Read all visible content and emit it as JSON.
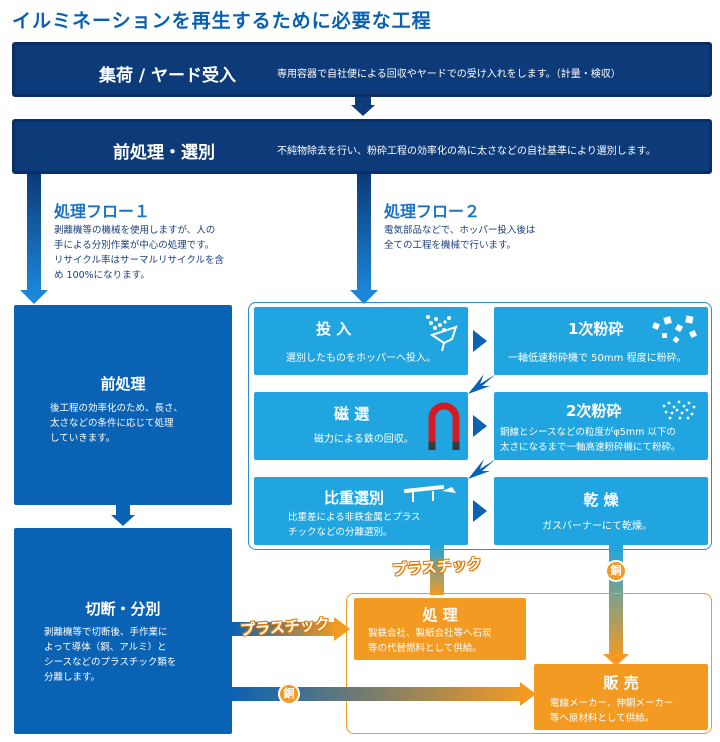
{
  "title": "イルミネーションを再生するために必要な工程",
  "step_collect": {
    "name": "集荷 / ヤード受入",
    "desc": "専用容器で自社便による回収やヤードでの受け入れをします。（計量・検収）"
  },
  "step_pre": {
    "name": "前処理・選別",
    "desc": "不純物除去を行い、粉砕工程の効率化の為に太さなどの自社基準により選別します。"
  },
  "flow1": {
    "heading": "処理フロー１",
    "lines": [
      "剥離機等の機械を使用しますが、人の",
      "手による分別作業が中心の処理です。",
      "リサイクル率はサーマルリサイクルを含",
      "め 100%になります。"
    ]
  },
  "flow2": {
    "heading": "処理フロー２",
    "lines": [
      "電気部品などで、ホッパー投入後は",
      "全ての工程を機械で行います。"
    ]
  },
  "pretreat": {
    "name": "前処理",
    "lines": [
      "後工程の効率化のため、長さ、",
      "太さなどの条件に応じて処理",
      "していきます。"
    ]
  },
  "cutting": {
    "name": "切断・分別",
    "lines": [
      "剥離機等で切断後、手作業に",
      "よって導体（銅、アルミ）と",
      "シースなどのプラスチック類を",
      "分離します。"
    ]
  },
  "machine_steps": {
    "toyu": {
      "name": "投 入",
      "desc": "選別したものをホッパーへ投入。"
    },
    "crush1": {
      "name": "1次粉砕",
      "desc": "一軸低速粉砕機で 50mm 程度に粉砕。"
    },
    "magnet": {
      "name": "磁 選",
      "desc": "磁力による鉄の回収。"
    },
    "crush2": {
      "name": "2次粉砕",
      "desc_lines": [
        "銅線とシースなどの粒度がφ5mm 以下の",
        "太さになるまで一軸高速粉砕機にて粉砕。"
      ]
    },
    "gravity": {
      "name": "比重選別",
      "desc_lines": [
        "比重差による非鉄金属とプラス",
        "チックなどの分離選別。"
      ]
    },
    "dry": {
      "name": "乾 燥",
      "desc": "ガスバーナーにて乾燥。"
    }
  },
  "outputs": {
    "process": {
      "name": "処 理",
      "lines": [
        "製鉄会社、製紙会社等へ石炭",
        "等の代替燃料として供給。"
      ]
    },
    "sale": {
      "name": "販 売",
      "lines": [
        "電線メーカー、伸銅メーカー",
        "等へ原材料として供給。"
      ]
    }
  },
  "labels": {
    "plastic_a": "プラスチック",
    "plastic_b": "プラスチック",
    "copper_a": "銅",
    "copper_b": "銅"
  },
  "colors": {
    "navy": "#0d3a78",
    "blue": "#0a62b4",
    "cyan": "#20a5e0",
    "orange": "#f29a22",
    "heading_blue": "#1a73c8"
  },
  "icons": [
    "hopper-icon",
    "crushed-pieces-icon",
    "magnet-icon",
    "fine-particles-icon",
    "separator-icon"
  ]
}
